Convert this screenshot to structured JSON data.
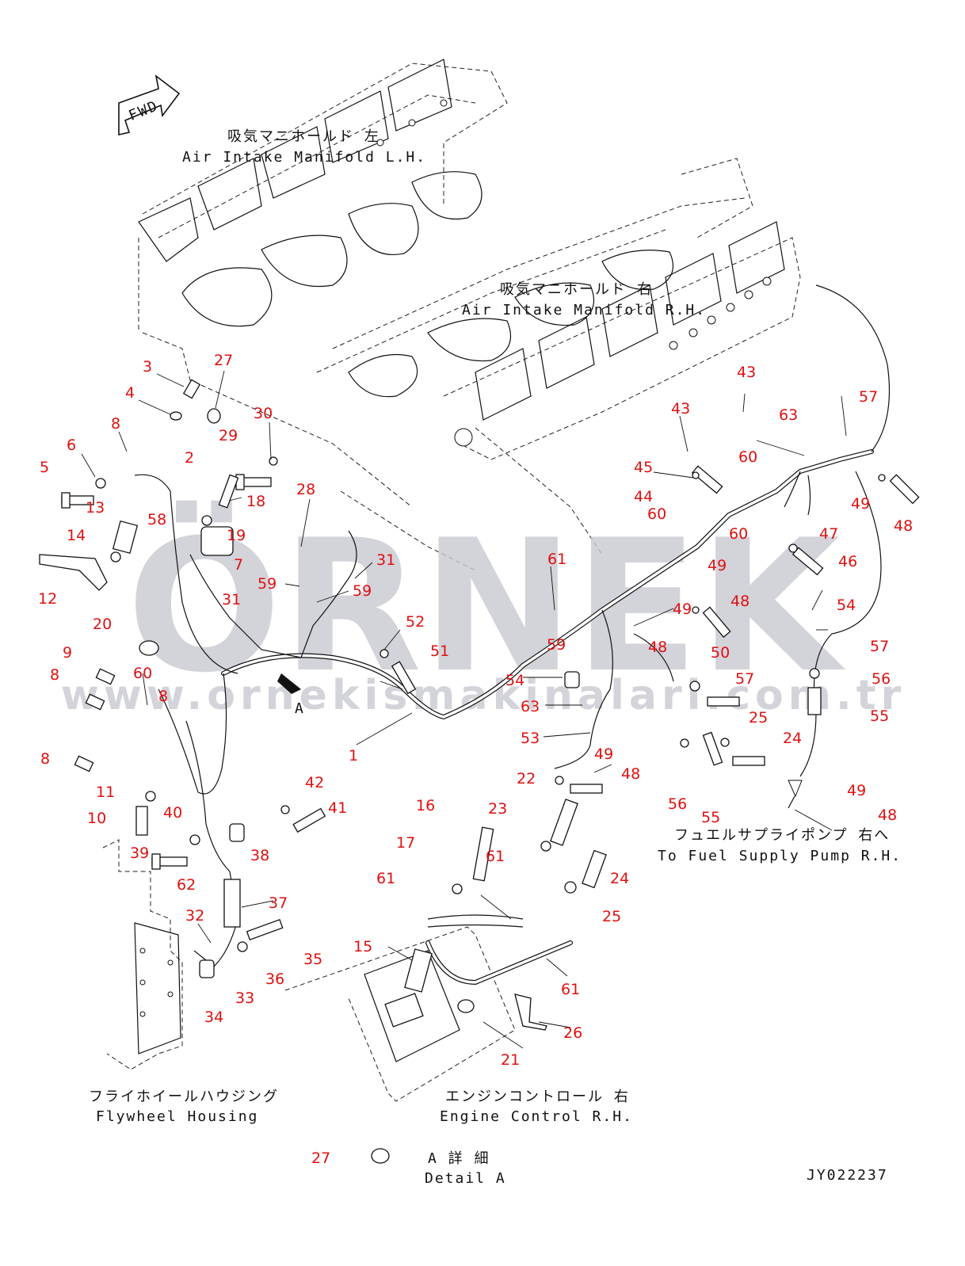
{
  "watermark": {
    "brand": "ÖRNEK",
    "url": "www.ornekismakinalari.com.tr",
    "color": "#c9c9d2"
  },
  "direction_arrow": {
    "text": "FWD"
  },
  "labels": {
    "manifold_lh_jp": "吸気マニホールド 左",
    "manifold_lh_en": "Air Intake Manifold L.H.",
    "manifold_rh_jp": "吸気マニホールド 右",
    "manifold_rh_en": "Air Intake Manifold R.H.",
    "fuel_pump_jp": "フュエルサプライポンプ 右へ",
    "fuel_pump_en": "To Fuel Supply Pump R.H.",
    "flywheel_jp": "フライホイールハウジング",
    "flywheel_en": "Flywheel Housing",
    "engine_ctrl_jp": "エンジンコントロール 右",
    "engine_ctrl_en": "Engine Control R.H.",
    "detail_jp": "A 詳 細",
    "detail_en": "Detail A",
    "view_marker": "A",
    "drawing_code": "JY022237"
  },
  "callouts": [
    "3",
    "27",
    "4",
    "30",
    "8",
    "29",
    "2",
    "6",
    "5",
    "13",
    "18",
    "28",
    "58",
    "14",
    "19",
    "7",
    "12",
    "31",
    "59",
    "59",
    "31",
    "20",
    "9",
    "8",
    "60",
    "8",
    "8",
    "11",
    "10",
    "40",
    "39",
    "42",
    "41",
    "38",
    "62",
    "37",
    "32",
    "33",
    "34",
    "36",
    "35",
    "1",
    "52",
    "51",
    "61",
    "59",
    "54",
    "63",
    "53",
    "22",
    "48",
    "49",
    "16",
    "17",
    "23",
    "61",
    "61",
    "24",
    "25",
    "15",
    "61",
    "21",
    "26",
    "27",
    "60",
    "60",
    "43",
    "43",
    "63",
    "45",
    "44",
    "60",
    "57",
    "47",
    "46",
    "49",
    "48",
    "49",
    "48",
    "50",
    "57",
    "49",
    "48",
    "25",
    "24",
    "56",
    "55",
    "54",
    "57",
    "56",
    "55",
    "48",
    "49"
  ],
  "colors": {
    "callout": "#e01010",
    "line": "#111111"
  }
}
